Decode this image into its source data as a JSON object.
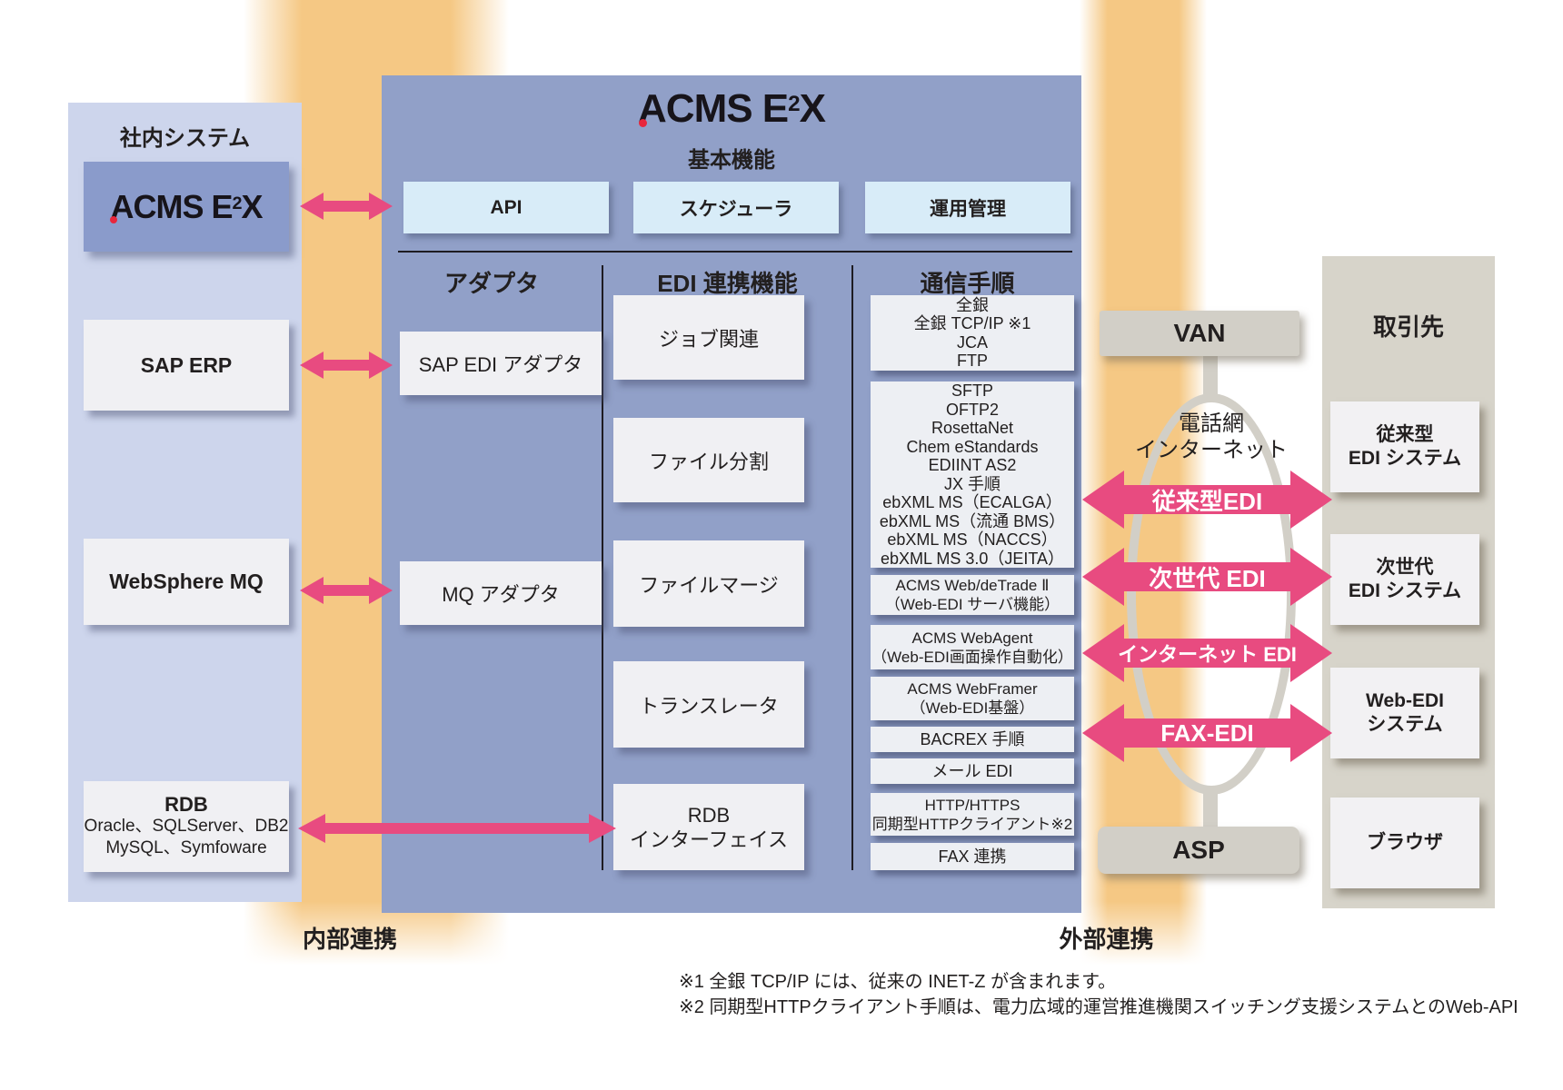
{
  "colors": {
    "pink": "#e84b80",
    "gray_line": "#d2cfc7",
    "orange_band": "#f5c884",
    "panel_blue": "#91a0c8",
    "left_col_blue": "#cdd5ec",
    "logo_red": "#e8263c"
  },
  "internal": {
    "title": "社内システム",
    "sap": "SAP ERP",
    "mq": "WebSphere MQ",
    "rdb": {
      "title": "RDB",
      "lines": [
        "Oracle、SQLServer、DB2",
        "MySQL、Symfoware"
      ]
    }
  },
  "brand": {
    "part1": "ACMS E",
    "sup": "2",
    "part2": "X"
  },
  "acms": {
    "subtitle": "基本機能",
    "basic_functions": [
      "API",
      "スケジューラ",
      "運用管理"
    ],
    "sections": {
      "adapter": "アダプタ",
      "edi": "EDI 連携機能",
      "comm": "通信手順"
    },
    "adapters": [
      "SAP EDI アダプタ",
      "MQ アダプタ"
    ],
    "edi_functions": {
      "job": [
        "ジョブ関連"
      ],
      "split": [
        "ファイル分割"
      ],
      "merge": [
        "ファイルマージ"
      ],
      "translator": [
        "トランスレータ"
      ],
      "rdb_if": [
        "RDB",
        "インターフェイス"
      ]
    },
    "comm_boxes": {
      "zengin": [
        "全銀",
        "全銀 TCP/IP ※1",
        "JCA",
        "FTP"
      ],
      "protocols": [
        "SFTP",
        "OFTP2",
        "RosettaNet",
        "Chem eStandards",
        "EDIINT AS2",
        "JX 手順",
        "ebXML MS（ECALGA）",
        "ebXML MS（流通 BMS）",
        "ebXML MS（NACCS）",
        "ebXML MS 3.0（JEITA）"
      ],
      "detrade": [
        "ACMS Web/deTrade Ⅱ",
        "（Web-EDI サーバ機能）"
      ],
      "webagent": [
        "ACMS WebAgent",
        "（Web-EDI画面操作自動化）"
      ],
      "webframer": [
        "ACMS WebFramer",
        "（Web-EDI基盤）"
      ],
      "bacrex": [
        "BACREX 手順"
      ],
      "mail": [
        "メール EDI"
      ],
      "http": [
        "HTTP/HTTPS",
        "同期型HTTPクライアント※2"
      ],
      "fax": [
        "FAX 連携"
      ]
    }
  },
  "external": {
    "van": "VAN",
    "network": [
      "電話網",
      "インターネット"
    ],
    "asp": "ASP",
    "arrows": {
      "legacy": "従来型EDI",
      "nextgen": "次世代 EDI",
      "internet": "インターネット EDI",
      "fax": "FAX-EDI"
    }
  },
  "partners": {
    "title": "取引先",
    "boxes": {
      "legacy": [
        "従来型",
        "EDI システム"
      ],
      "nextgen": [
        "次世代",
        "EDI システム"
      ],
      "webedi": [
        "Web-EDI",
        "システム"
      ],
      "browser": [
        "ブラウザ"
      ]
    }
  },
  "labels": {
    "internal_link": "内部連携",
    "external_link": "外部連携"
  },
  "footnotes": [
    "※1 全銀 TCP/IP には、従来の INET-Z が含まれます。",
    "※2 同期型HTTPクライアント手順は、電力広域的運営推進機関スイッチング支援システムとのWeb-API"
  ]
}
